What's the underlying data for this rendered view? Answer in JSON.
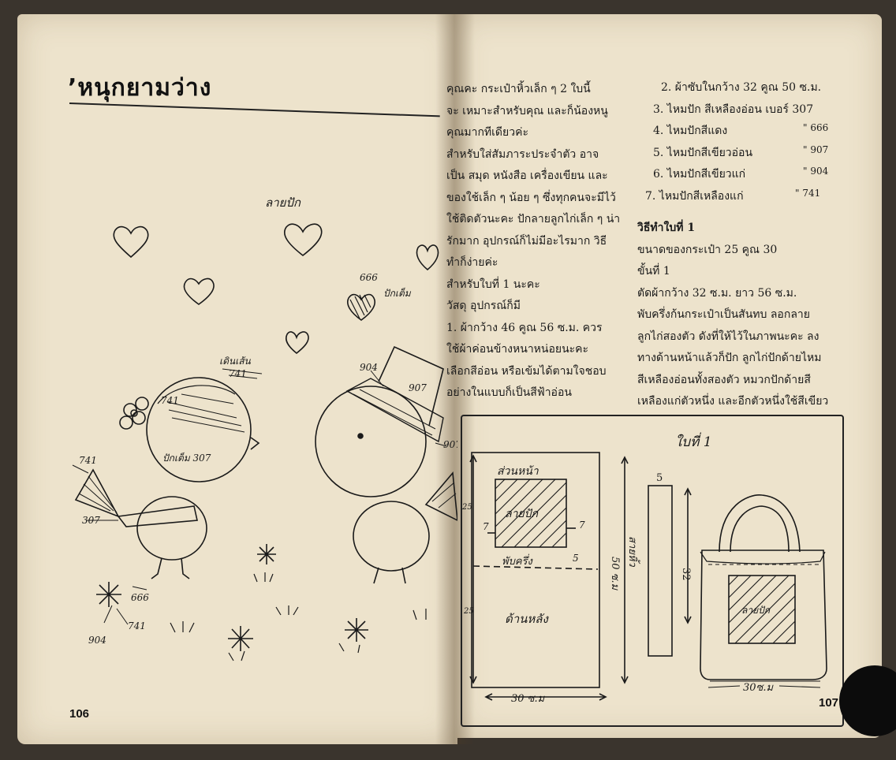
{
  "left_page": {
    "title": "’หนุกยามว่าง",
    "page_number": "106",
    "labels": {
      "embroidery_pattern": "ลายปัก",
      "stitch_line": "เดินเส้น",
      "num_741_a": "741",
      "num_741_b": "741",
      "num_741_c": "741",
      "num_741_d": "741",
      "num_307": "307",
      "stitch_307": "ปักเต็ม 307",
      "num_666_a": "666",
      "fill_stitch": "ปักเต็ม",
      "num_666_b": "666",
      "num_904_a": "904",
      "num_904_b": "904",
      "num_907_a": "907",
      "num_907_b": "907"
    }
  },
  "right_page": {
    "page_number": "107",
    "intro_lines": [
      "คุณคะ  กระเป๋าหิ้วเล็ก ๆ 2  ใบนี้",
      "จะ เหมาะสำหรับคุณ  และก็น้องหนู",
      "คุณมากทีเดียวค่ะ",
      "  สำหรับใส่สัมภาระประจำตัว   อาจ",
      "เป็น  สมุด  หนังสือ  เครื่องเขียน  และ",
      "ของใช้เล็ก ๆ น้อย ๆ ซึ่งทุกคนจะมีไว้",
      "ใช้ติดตัวนะคะ   ปักลายลูกไก่เล็ก ๆ น่า",
      "รักมาก  อุปกรณ์ก็ไม่มีอะไรมาก   วิธี",
      "ทำก็ง่ายค่ะ",
      "  สำหรับใบที่ 1 นะคะ",
      "  วัสดุ  อุปกรณ์ก็มี",
      "  1. ผ้ากว้าง  46  คูณ  56  ซ.ม.  ควร",
      "ใช้ผ้าค่อนข้างหนาหน่อยนะคะ",
      "  เลือกสีอ่อน  หรือเข้มได้ตามใจชอบ",
      "  อย่างในแบบก็เป็นสีฟ้าอ่อน"
    ],
    "materials": [
      {
        "text": "2. ผ้าซับในกว้าง 32 คูณ 50 ซ.ม.",
        "num": ""
      },
      {
        "text": "3. ไหมปัก  สีเหลืองอ่อน เบอร์ 307",
        "num": ""
      },
      {
        "text": "4. ไหมปักสีแดง",
        "num": "\"  666"
      },
      {
        "text": "5. ไหมปักสีเขียวอ่อน",
        "num": "\"  907"
      },
      {
        "text": "6. ไหมปักสีเขียวแก่",
        "num": "\"  904"
      },
      {
        "text": "7. ไหมปักสีเหลืองแก่",
        "num": "\"  741"
      }
    ],
    "method_heading": "วิธีทำใบที่  1",
    "method_lines": [
      "    ขนาดของกระเป๋า  25  คูณ  30",
      "    ขั้นที่ 1",
      "    ตัดผ้ากว้าง  32  ซ.ม. ยาว  56  ซ.ม.",
      "พับครึ่งก้นกระเป๋าเป็นสันทบ    ลอกลาย",
      "ลูกไก่สองตัว  ดังที่ให้ไว้ในภาพนะคะ  ลง",
      "ทางด้านหน้าแล้วก็ปัก  ลูกไก่ปักด้ายไหม",
      "สีเหลืองอ่อนทั้งสองตัว   หมวกปักด้ายสี",
      "เหลืองแก่ตัวหนึ่ง  และอีกตัวหนึ่งใช้สีเขียว"
    ],
    "diagram": {
      "caption": "ใบที่ 1",
      "front": "ส่วนหน้า",
      "pattern": "ลายปัก",
      "fold": "พับครึ่ง",
      "back": "ด้านหลัง",
      "m25a": "25",
      "m25b": "25",
      "m7a": "7",
      "m7b": "7",
      "m5a": "5",
      "m50": "50 ซ.ม",
      "strap": "สายหิ้ว",
      "m30a": "30 ซ.ม",
      "m5b": "5",
      "m32": "32",
      "bag_pattern": "ลายปัก",
      "m30b": "30ซ.ม"
    }
  }
}
